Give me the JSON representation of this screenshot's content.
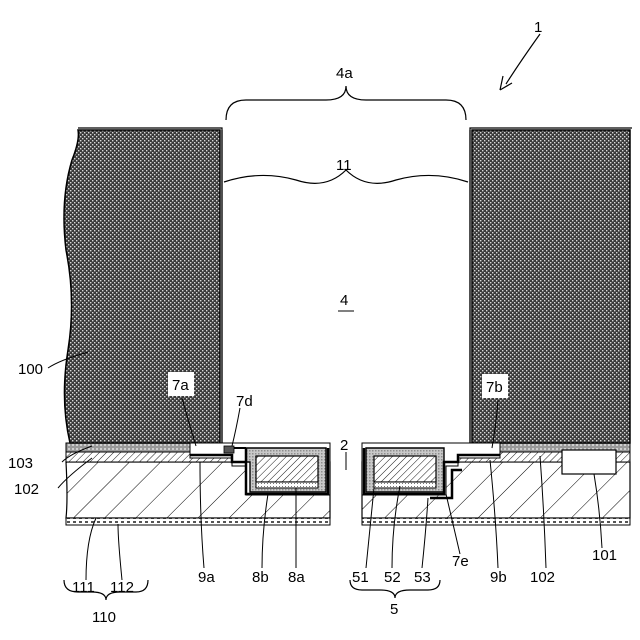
{
  "figure": {
    "labels": {
      "l1": "1",
      "l4a": "4a",
      "l11": "11",
      "l4": "4",
      "l100": "100",
      "l7a": "7a",
      "l7d": "7d",
      "l7b": "7b",
      "l2": "2",
      "l103": "103",
      "l102_left": "102",
      "l9a": "9a",
      "l8b": "8b",
      "l8a": "8a",
      "l51": "51",
      "l52": "52",
      "l53": "53",
      "l7e": "7e",
      "l9b": "9b",
      "l102_right": "102",
      "l101": "101",
      "l111": "111",
      "l112": "112",
      "l110": "110",
      "l5": "5"
    }
  }
}
